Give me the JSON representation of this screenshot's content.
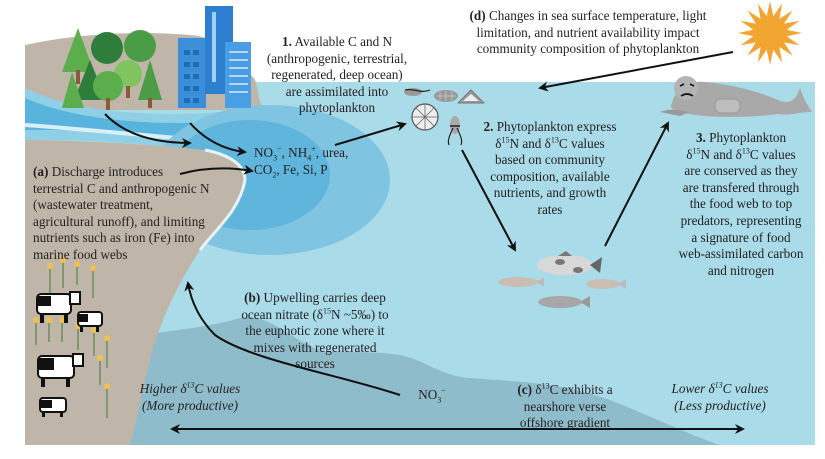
{
  "title": "Coastal carbon and nitrogen isotope pathways from land to top predators",
  "colors": {
    "land": "#c0b5a9",
    "shallow_water": "#a9dbe9",
    "river_light": "#8fd0e6",
    "river_mid": "#58b4dd",
    "plume": "#7fc4e0",
    "deep_water": "#8fbccb",
    "sun": "#f3a532",
    "building": "#3b8fd9",
    "tree_dark": "#2e7d3a",
    "tree_light": "#6bb24e",
    "arrow": "#111111"
  },
  "labels": {
    "step1": {
      "num": "1.",
      "lines": [
        "Available C and N",
        "(anthropogenic, terrestrial,",
        "regenerated, deep ocean)",
        "are assimilated into",
        "phytoplankton"
      ]
    },
    "step2": {
      "num": "2.",
      "lines": [
        "Phytoplankton express",
        "δ15N and δ13C values",
        "based on community",
        "composition, available",
        "nutrients, and growth",
        "rates"
      ]
    },
    "step3": {
      "num": "3.",
      "lines": [
        "Phytoplankton",
        "δ15N and δ13C values",
        "are  conserved as they",
        "are transfered through",
        "the food web to top",
        "predators, representing",
        "a signature of food",
        "web-assimilated carbon",
        "and nitrogen"
      ]
    },
    "a": {
      "tag": "(a)",
      "lines": [
        "Discharge introduces",
        "terrestrial C and anthropogenic N",
        "(wastewater treatment,",
        "agricultural runoff), and limiting",
        "nutrients such as iron (Fe) into",
        "marine food webs"
      ]
    },
    "b": {
      "tag": "(b)",
      "lines": [
        "Upwelling carries deep",
        "ocean nitrate (δ15N ~5‰) to",
        "the euphotic zone where it",
        "mixes with regenerated",
        "sources"
      ]
    },
    "c": {
      "tag": "(c)",
      "lines": [
        "δ13C exhibits a",
        "nearshore verse",
        "offshore gradient"
      ]
    },
    "d": {
      "tag": "(d)",
      "lines": [
        "Changes in sea surface temperature, light",
        "limitation, and nutrient availability impact",
        "community composition of phytoplankton"
      ]
    },
    "nutrients": {
      "line1": "NO3−, NH4+, urea,",
      "line2": "CO2, Fe, Si, P"
    },
    "no3_deep": "NO3−",
    "higher": {
      "line1": "Higher δ13C values",
      "line2": "(More productive)"
    },
    "lower": {
      "line1": "Lower δ13C values",
      "line2": "(Less productive)"
    }
  },
  "icons": [
    "conifer-tree-icon",
    "deciduous-tree-icon",
    "skyscraper-icon",
    "corn-plant-icon",
    "cow-icon",
    "phytoplankton-icon",
    "diatom-icon",
    "fish-icon",
    "seal-icon",
    "sun-icon"
  ]
}
